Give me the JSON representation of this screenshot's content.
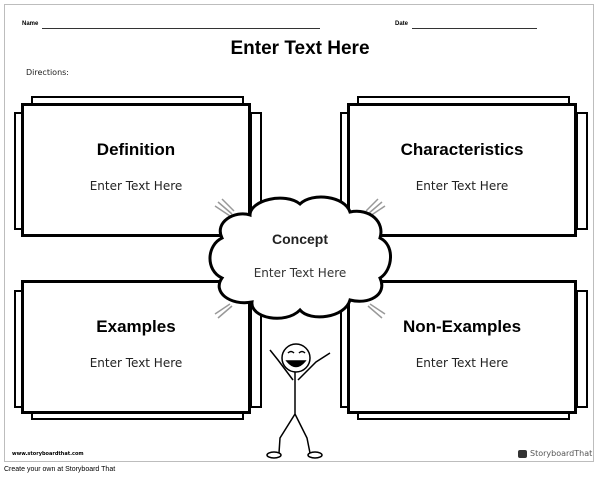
{
  "header": {
    "name_label": "Name",
    "date_label": "Date",
    "title": "Enter Text Here",
    "directions": "Directions:"
  },
  "boxes": [
    {
      "heading": "Definition",
      "text": "Enter Text Here"
    },
    {
      "heading": "Characteristics",
      "text": "Enter Text Here"
    },
    {
      "heading": "Examples",
      "text": "Enter Text Here"
    },
    {
      "heading": "Non-Examples",
      "text": "Enter Text Here"
    }
  ],
  "center": {
    "heading": "Concept",
    "text": "Enter Text Here"
  },
  "footer": {
    "url": "www.storyboardthat.com",
    "logo": "StoryboardThat",
    "caption": "Create your own at Storyboard That"
  }
}
